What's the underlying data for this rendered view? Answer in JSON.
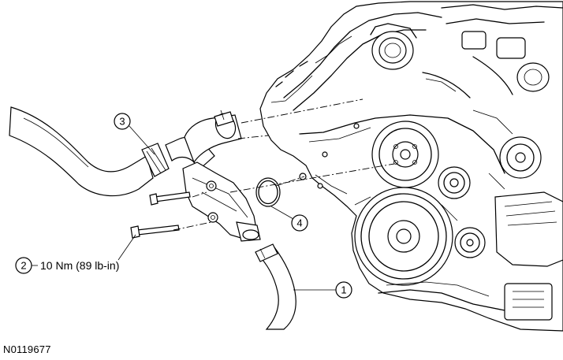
{
  "diagram": {
    "callouts": [
      {
        "id": "callout-1",
        "number": "1"
      },
      {
        "id": "callout-2",
        "number": "2",
        "label": "10 Nm (89 lb-in)"
      },
      {
        "id": "callout-3",
        "number": "3"
      },
      {
        "id": "callout-4",
        "number": "4"
      }
    ],
    "figure_id": "N0119677"
  }
}
